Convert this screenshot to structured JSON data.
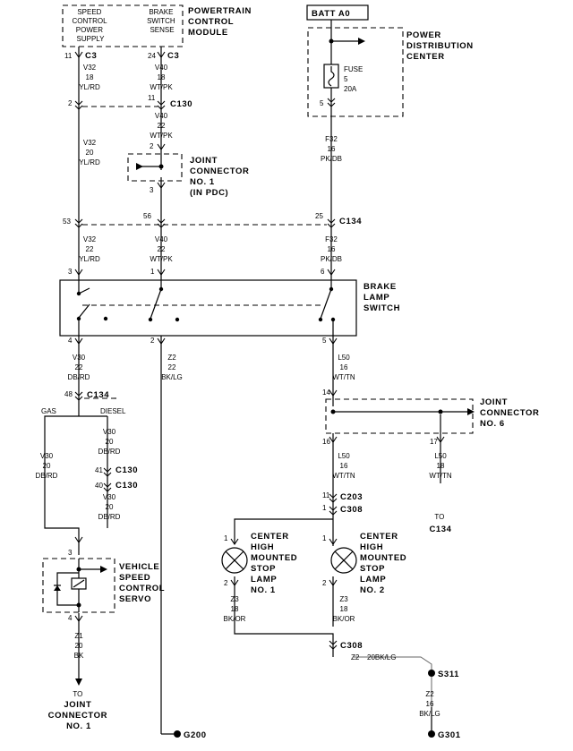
{
  "pcm": {
    "title": [
      "POWERTRAIN",
      "CONTROL",
      "MODULE"
    ],
    "left_label": [
      "SPEED",
      "CONTROL",
      "POWER",
      "SUPPLY"
    ],
    "right_label": [
      "BRAKE",
      "SWITCH",
      "SENSE"
    ]
  },
  "battery": {
    "label": "BATT A0"
  },
  "pdc": {
    "title": [
      "POWER",
      "DISTRIBUTION",
      "CENTER"
    ],
    "fuse": [
      "FUSE",
      "5",
      "20A"
    ],
    "pin": "5"
  },
  "connectors": {
    "c3_left": "C3",
    "c3_right": "C3",
    "c130_top": "C130",
    "c134_mid": "C134",
    "c134_low": "C134",
    "c130_a": "C130",
    "c130_b": "C130",
    "c203": "C203",
    "c308_top": "C308",
    "c308_bot": "C308"
  },
  "pins": {
    "p11a": "11",
    "p24": "24",
    "p2a": "2",
    "p11b": "11",
    "p2b": "2",
    "p3a": "3",
    "p53": "53",
    "p56": "56",
    "p25": "25",
    "p3b": "3",
    "p1a": "1",
    "p6": "6",
    "p4a": "4",
    "p2c": "2",
    "p5": "5",
    "p48": "48",
    "p14": "14",
    "p16": "16",
    "p17": "17",
    "p41": "41",
    "p40": "40",
    "p11c": "11",
    "p1b": "1",
    "p3c": "3",
    "p4b": "4",
    "p1c": "1",
    "p2d": "2",
    "p1d": "1",
    "p2e": "2"
  },
  "wires": {
    "v32_a": [
      "V32",
      "18",
      "YL/RD"
    ],
    "v40_a": [
      "V40",
      "18",
      "WT/PK"
    ],
    "v40_b": [
      "V40",
      "22",
      "WT/PK"
    ],
    "v32_b": [
      "V32",
      "20",
      "YL/RD"
    ],
    "f32_a": [
      "F32",
      "16",
      "PK/DB"
    ],
    "v32_c": [
      "V32",
      "22",
      "YL/RD"
    ],
    "v40_c": [
      "V40",
      "22",
      "WT/PK"
    ],
    "f32_b": [
      "F32",
      "16",
      "PK/DB"
    ],
    "v30_a": [
      "V30",
      "22",
      "DB/RD"
    ],
    "z2_a": [
      "Z2",
      "22",
      "BK/LG"
    ],
    "l50_a": [
      "L50",
      "16",
      "WT/TN"
    ],
    "v30_gas": [
      "V30",
      "20",
      "DB/RD"
    ],
    "v30_diesel": [
      "V30",
      "20",
      "DB/RD"
    ],
    "v30_diesel2": [
      "V30",
      "20",
      "DB/RD"
    ],
    "l50_b": [
      "L50",
      "16",
      "WT/TN"
    ],
    "l50_c": [
      "L50",
      "18",
      "WT/TN"
    ],
    "z3_a": [
      "Z3",
      "18",
      "BK/OR"
    ],
    "z3_b": [
      "Z3",
      "18",
      "BK/OR"
    ],
    "z1": [
      "Z1",
      "20",
      "BK"
    ],
    "z2_b": [
      "Z2",
      "16",
      "BK/LG"
    ],
    "z2_h1": "Z2",
    "z2_h2": "20BK/LG"
  },
  "labels": {
    "gas": "GAS",
    "diesel": "DIESEL",
    "jc1": [
      "JOINT",
      "CONNECTOR",
      "NO. 1",
      "(IN PDC)"
    ],
    "brake_switch": [
      "BRAKE",
      "LAMP",
      "SWITCH"
    ],
    "jc6": [
      "JOINT",
      "CONNECTOR",
      "NO. 6"
    ],
    "servo": [
      "VEHICLE",
      "SPEED",
      "CONTROL",
      "SERVO"
    ],
    "to_c134": [
      "TO",
      "C134"
    ],
    "lamp1": [
      "CENTER",
      "HIGH",
      "MOUNTED",
      "STOP",
      "LAMP",
      "NO. 1"
    ],
    "lamp2": [
      "CENTER",
      "HIGH",
      "MOUNTED",
      "STOP",
      "LAMP",
      "NO. 2"
    ],
    "to_jc1": [
      "TO",
      "JOINT",
      "CONNECTOR",
      "NO. 1"
    ],
    "g200": "G200",
    "g301": "G301",
    "s311": "S311"
  }
}
